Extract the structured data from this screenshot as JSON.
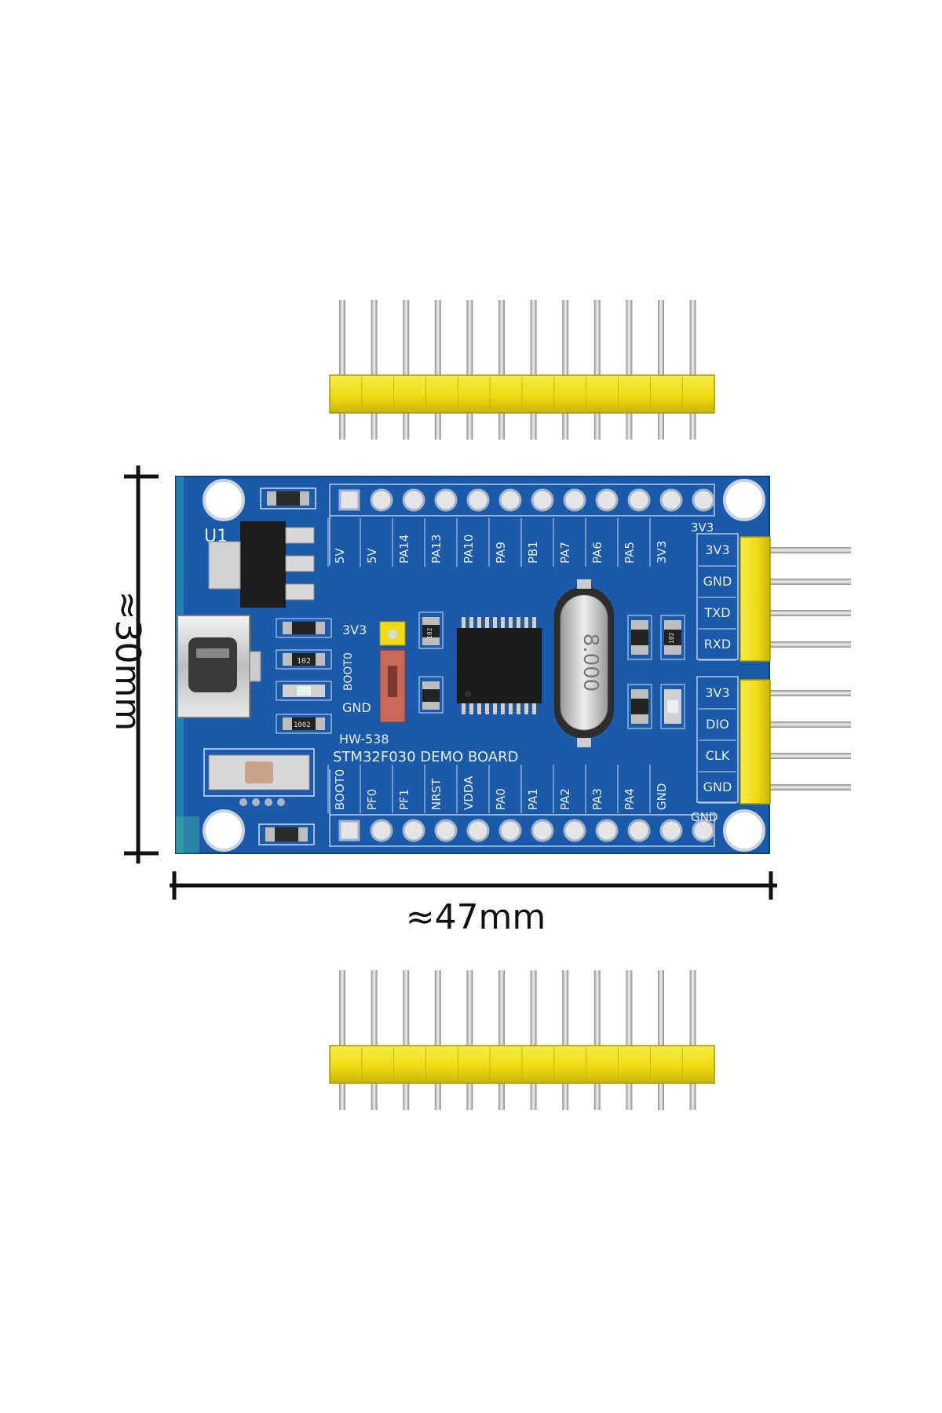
{
  "dimensions": {
    "width_label": "≈47mm",
    "height_label": "≈30mm"
  },
  "board": {
    "name": "STM32F030 DEMO BOARD",
    "model": "HW-538",
    "regulator_ref": "U1",
    "top_header_labels": [
      "5V",
      "5V",
      "PA14",
      "PA13",
      "PA10",
      "PA9",
      "PB1",
      "PA7",
      "PA6",
      "PA5",
      "3V3"
    ],
    "top_right_corner_label": "3V3",
    "bottom_header_labels": [
      "BOOT0",
      "PF0",
      "PF1",
      "NRST",
      "VDDA",
      "PA0",
      "PA1",
      "PA2",
      "PA3",
      "PA4",
      "GND"
    ],
    "bottom_right_corner_label": "GND",
    "right_header_labels_upper": [
      "3V3",
      "GND",
      "TXD",
      "RXD"
    ],
    "right_header_labels_lower": [
      "3V3",
      "DIO",
      "CLK",
      "GND"
    ],
    "jumper_labels": [
      "3V3",
      "BOOT0",
      "GND"
    ],
    "resistor_codes": [
      "102",
      "102",
      "102",
      "1002"
    ],
    "crystal_marking": "8.000"
  },
  "colors": {
    "pcb": "#1f5fb0",
    "pcb_dark": "#174a8e",
    "header_plastic": "#f2e31a",
    "pin_metal": "#c8c8c8"
  }
}
